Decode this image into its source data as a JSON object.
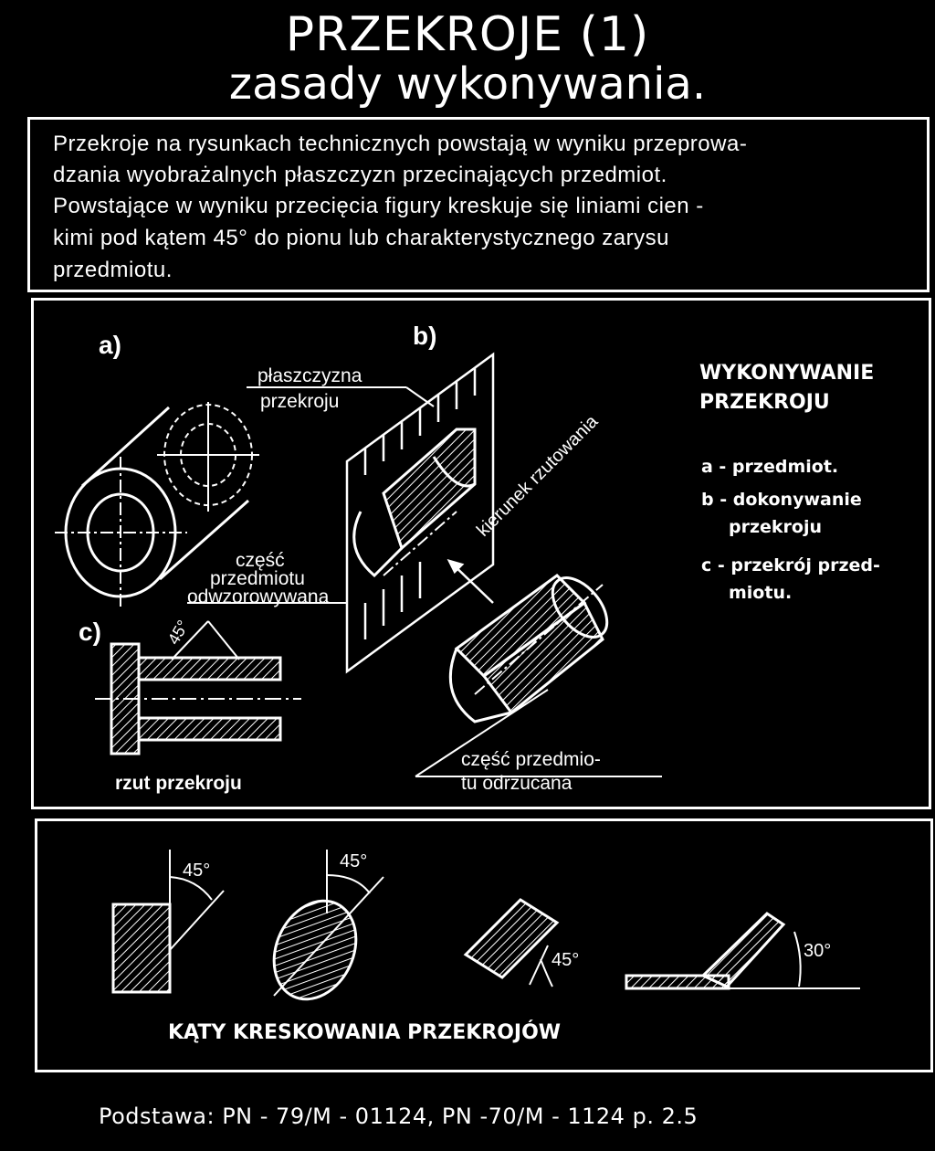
{
  "title": "PRZEKROJE (1)",
  "subtitle": "zasady wykonywania.",
  "intro": {
    "lines": [
      "Przekroje na rysunkach technicznych powstają w wyniku przeprowa-",
      "dzania wyobrażalnych płaszczyzn przecinających przedmiot.",
      "Powstające w wyniku przecięcia figury kreskuje się liniami cien -",
      "kimi pod kątem 45° do pionu lub charakterystycznego zarysu",
      "przedmiotu."
    ]
  },
  "figure": {
    "label_a": "a)",
    "label_b": "b)",
    "label_c": "c)",
    "plane_label_1": "płaszczyzna",
    "plane_label_2": "przekroju",
    "part_label_1": "część",
    "part_label_2": "przedmiotu",
    "part_label_3": "odwzorowywana",
    "angle_label": "45°",
    "direction_label": "kierunek rzutowania",
    "section_view_label": "rzut przekroju",
    "discarded_label_1": "część przedmio-",
    "discarded_label_2": "tu odrzucana",
    "legend_title_1": "WYKONYWANIE",
    "legend_title_2": "PRZEKROJU",
    "legend_items": [
      "a - przedmiot.",
      "b - dokonywanie",
      "przekroju",
      "c - przekrój przed-",
      "miotu."
    ]
  },
  "angles": {
    "a1": "45°",
    "a2": "45°",
    "a3": "45°",
    "a4": "30°",
    "caption": "KĄTY KRESKOWANIA PRZEKROJÓW"
  },
  "footer": "Podstawa: PN - 79/M - 01124, PN -70/M - 1124 p. 2.5"
}
